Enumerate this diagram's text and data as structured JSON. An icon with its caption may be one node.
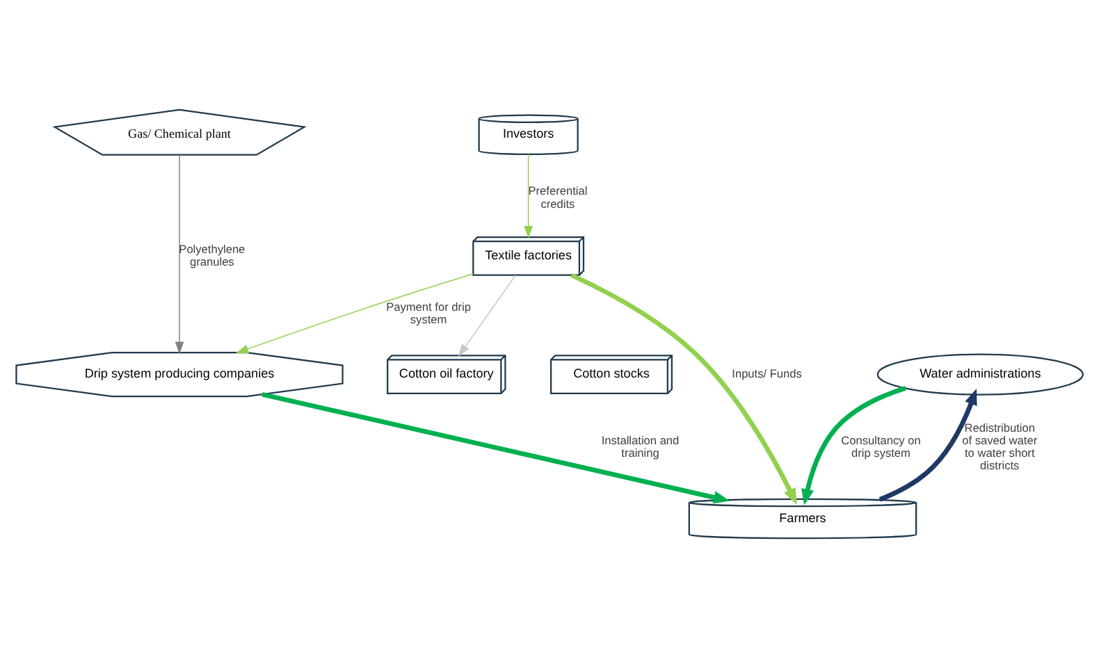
{
  "diagram": {
    "nodes": [
      {
        "text": [
          "Gas/ Chemical plant"
        ]
      },
      {
        "text": [
          "Investors"
        ]
      },
      {
        "text": [
          "Textile factories"
        ]
      },
      {
        "text": [
          "Cotton oil factory"
        ]
      },
      {
        "text": [
          "Cotton stocks"
        ]
      },
      {
        "text": [
          "Drip system producing companies"
        ]
      },
      {
        "text": [
          "Water administrations"
        ]
      },
      {
        "text": [
          "Farmers"
        ]
      }
    ],
    "edges": [
      {
        "from": 0,
        "to": 5,
        "arrow": "to",
        "label": "Polyethylene granules",
        "color": "#808080"
      },
      {
        "from": 1,
        "to": 2,
        "arrow": "to",
        "label": "Preferential credits",
        "color": "#92d050"
      },
      {
        "from": 2,
        "to": 5,
        "arrow": "to",
        "label": "Payment for drip system",
        "color": "#92d050"
      },
      {
        "from": 2,
        "to": 3,
        "arrow": "to",
        "color": "#c8c8d0"
      },
      {
        "from": 2,
        "to": 7,
        "arrow": "to",
        "label": "Inputs/ Funds",
        "color": "#92d050",
        "style": "thick"
      },
      {
        "from": 5,
        "to": 7,
        "arrow": "to",
        "label": "Installation and training",
        "color": "#00b050",
        "style": "thick"
      },
      {
        "from": 6,
        "to": 7,
        "arrow": "to",
        "label": "Consultancy on drip system",
        "color": "#00b050",
        "style": "thick"
      },
      {
        "from": 7,
        "to": 6,
        "arrow": "to",
        "label": "Redistribution of saved water to water short districts",
        "color": "#1f3864",
        "style": "thick"
      }
    ]
  }
}
